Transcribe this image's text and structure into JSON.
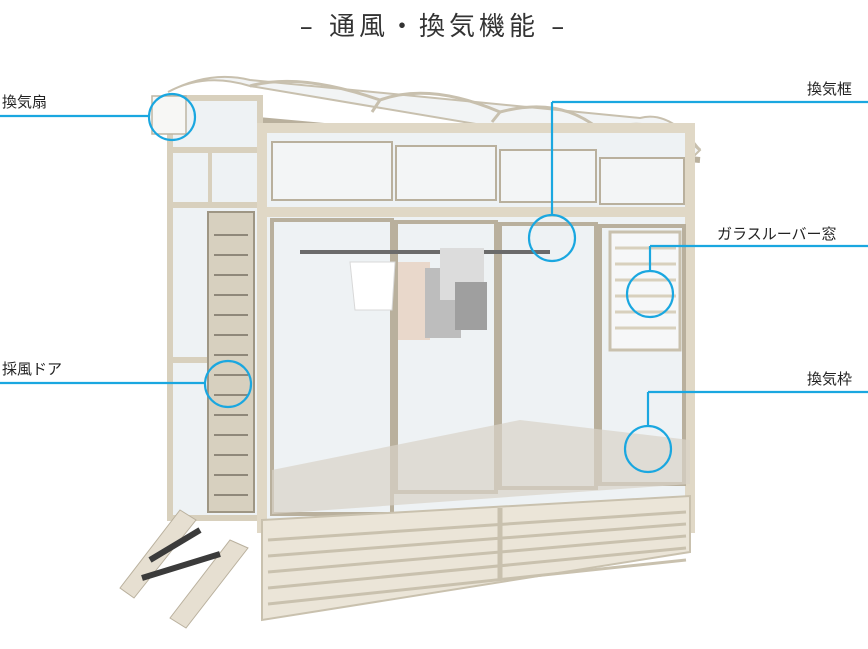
{
  "title": "– 通風・換気機能 –",
  "labels": {
    "fan": "換気扇",
    "top_frame": "換気框",
    "louver": "ガラスルーバー窓",
    "door": "採風ドア",
    "bottom_frame": "換気枠"
  },
  "colors": {
    "callout": "#1aa7e0",
    "frame": "#e4dccb",
    "frame_dark": "#b9b09d",
    "glass": "#eef2f4",
    "floor": "#d9d3c7"
  }
}
